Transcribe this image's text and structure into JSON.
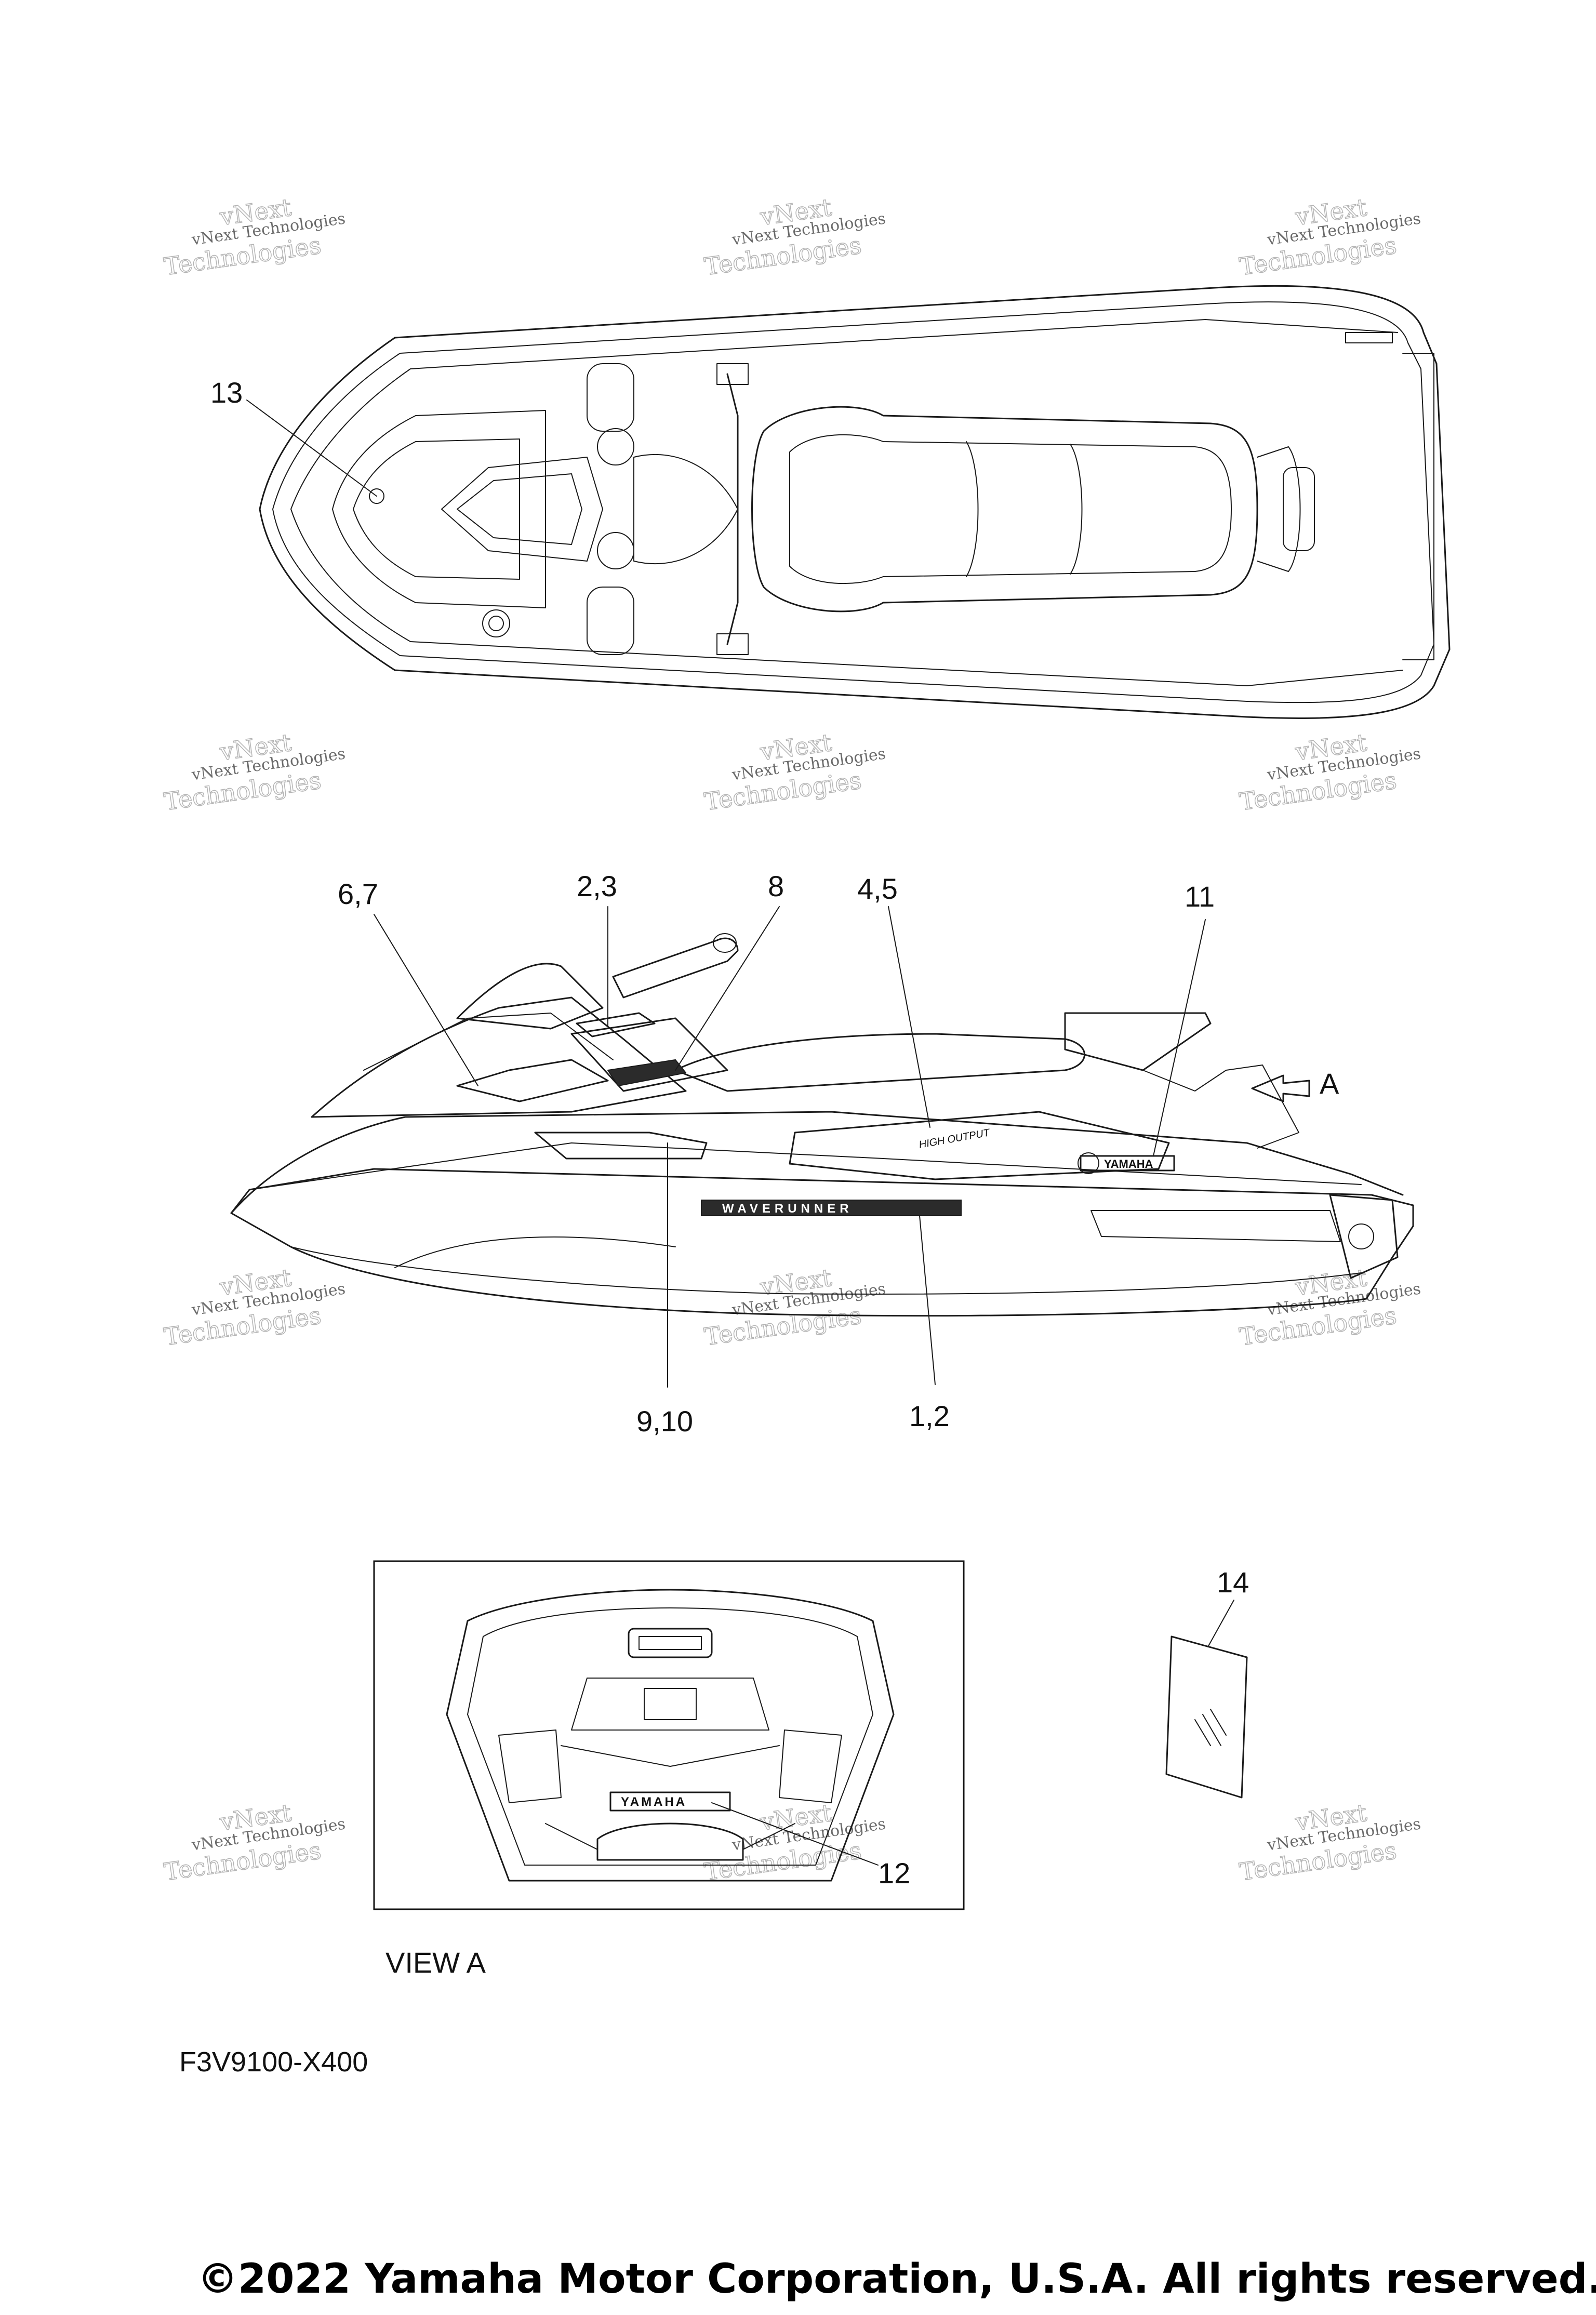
{
  "watermark": {
    "line1": "vNext Technologies",
    "line2": "Technologies",
    "line3": "vNext"
  },
  "callouts": {
    "c13": "13",
    "c67": "6,7",
    "c23": "2,3",
    "c8": "8",
    "c45": "4,5",
    "c11": "11",
    "arrowA": "A",
    "c910": "9,10",
    "c12b": "1,2",
    "c12": "12",
    "c14": "14"
  },
  "decals": {
    "brand": "YAMAHA",
    "model": "WAVERUNNER",
    "performance": "HIGH OUTPUT"
  },
  "view_label": "VIEW A",
  "diagram_code": "F3V9100-X400",
  "copyright": "©2022 Yamaha Motor Corporation, U.S.A. All rights reserved."
}
